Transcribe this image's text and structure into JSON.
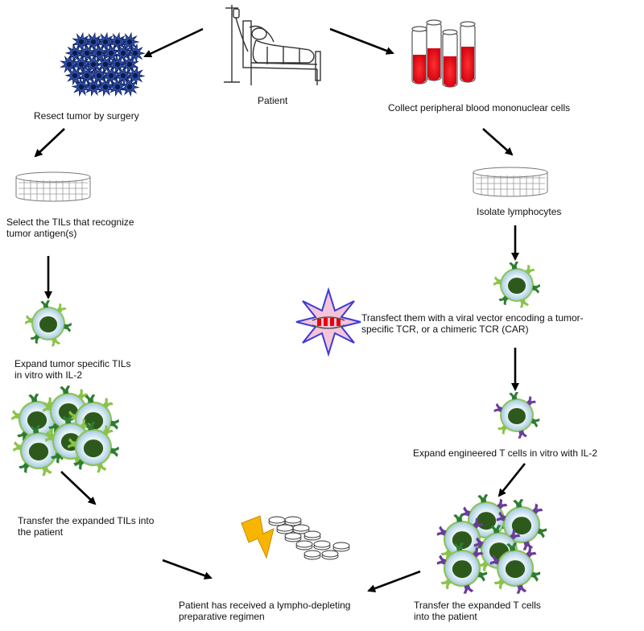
{
  "steps": {
    "patient": "Patient",
    "resect": "Resect tumor by surgery",
    "collect": "Collect peripheral blood mononuclear cells",
    "select": [
      "Select the TILs that recognize",
      "tumor antigen(s)"
    ],
    "isolate": "Isolate lymphocytes",
    "transfect": [
      "Transfect them with a viral vector encoding a tumor-",
      "specific TCR, or a chimeric TCR (CAR)"
    ],
    "expand_tils": [
      "Expand tumor specific TILs",
      "in vitro with IL-2"
    ],
    "expand_engineered": "Expand engineered T cells in vitro with IL-2",
    "transfer_tils": [
      "Transfer the expanded TILs into",
      "the  patient"
    ],
    "transfer_t": [
      "Transfer the expanded T cells",
      "into the  patient"
    ],
    "lympho_depleting": [
      "Patient has received a lympho-depleting",
      "preparative regimen"
    ]
  },
  "colors": {
    "tumor": "#2f4fa8",
    "blood": "#e8000f",
    "cell_outer": "#8ec25a",
    "cell_halo": "#d6e8f2",
    "nucleus": "#2d5a1c",
    "receptor_green": "#2e7d32",
    "receptor_purple": "#6a3d9a",
    "lightning": "#f7b500",
    "arrow": "#000000"
  },
  "icons": [
    "patient-bed-icon",
    "tumor-mass-icon",
    "blood-tubes-icon",
    "filter-icon",
    "t-cell-icon",
    "viral-vector-icon",
    "lightning-icon",
    "pill-stack-icon"
  ]
}
